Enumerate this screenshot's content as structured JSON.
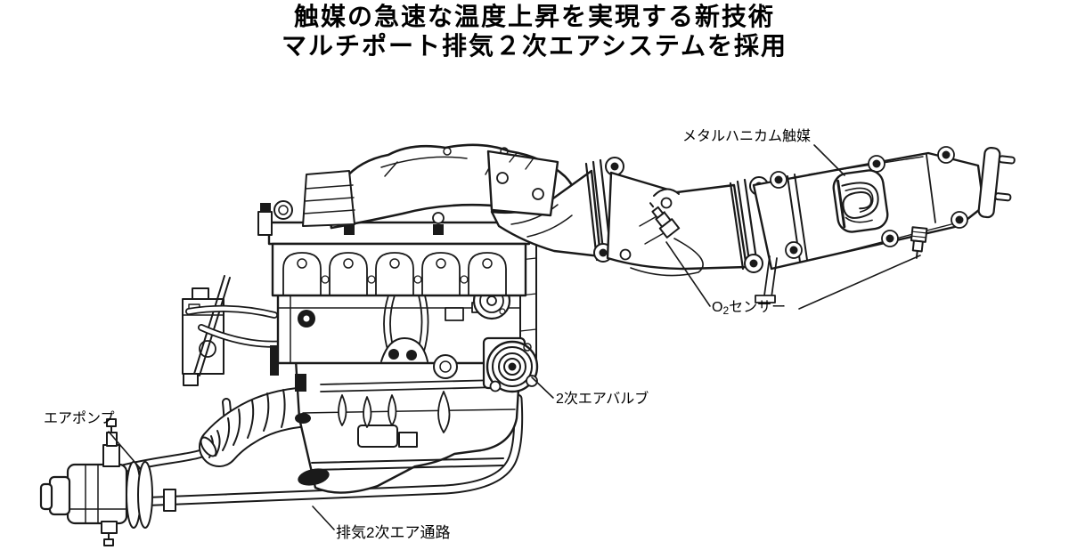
{
  "page": {
    "background": "#ffffff",
    "ink": "#1a1a1a"
  },
  "title": {
    "line1": "触媒の急速な温度上昇を実現する新技術",
    "line2": "マルチポート排気２次エアシステムを採用"
  },
  "labels": {
    "catalyst": "メタルハニカム触媒",
    "o2_sensor_prefix": "O",
    "o2_sensor_sub": "2",
    "o2_sensor_suffix": "センサー",
    "secondary_air_valve": "2次エアバルブ",
    "air_pump": "エアポンプ",
    "exhaust_secondary_air_passage": "排気2次エア通路"
  }
}
